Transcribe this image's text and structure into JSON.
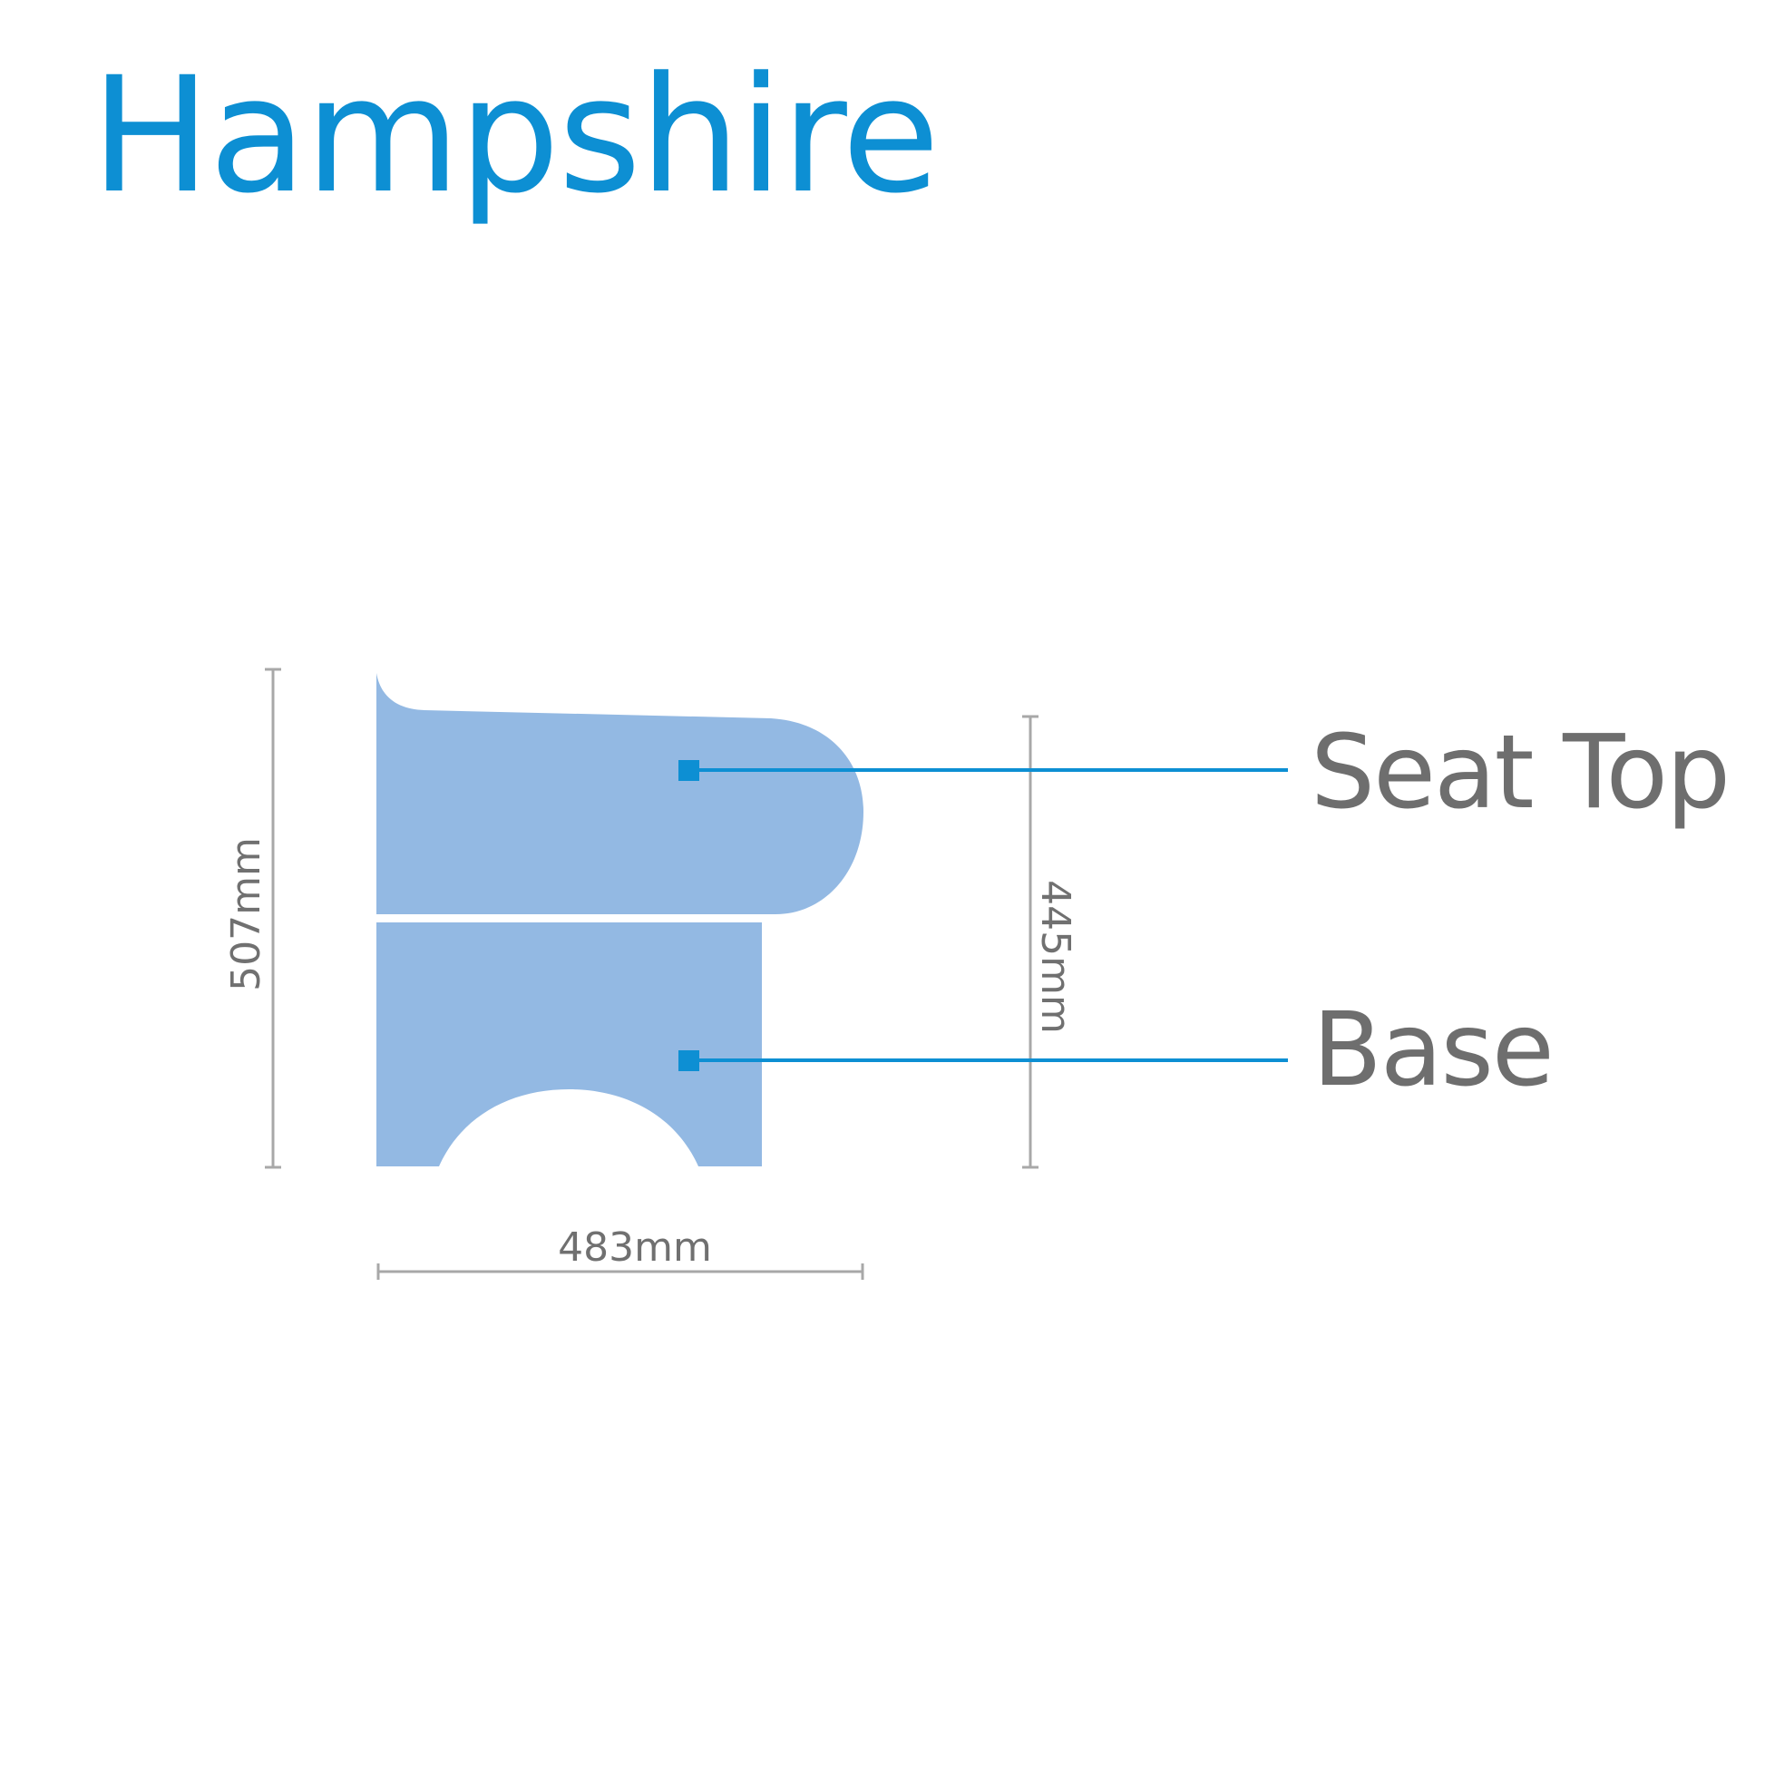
{
  "title": "Hampshire",
  "colors": {
    "title": "#0d8fd3",
    "part_fill": "#93b9e3",
    "callout": "#0d8fd3",
    "dimension_line": "#a8a8a8",
    "label_text": "#6e6e6e"
  },
  "parts": [
    {
      "name": "Seat Top",
      "label": "Seat Top"
    },
    {
      "name": "Base",
      "label": "Base"
    }
  ],
  "dimensions": {
    "overall_height": "507mm",
    "seat_height": "445mm",
    "width": "483mm"
  }
}
